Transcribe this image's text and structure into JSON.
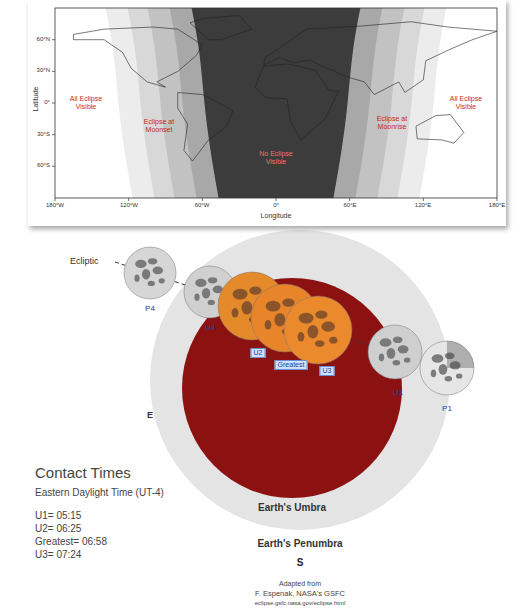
{
  "diagram": {
    "nodes": [
      {
        "text": [
          "Earth's Penumbra"
        ]
      },
      {
        "text": [
          "Earth's Umbra"
        ],
        "in": 0
      }
    ],
    "labels": [
      "60°N",
      "30°N",
      "0°",
      "30°S",
      "60°S",
      "180°W",
      "120°W",
      "60°W",
      "0°",
      "60°E",
      "120°E",
      "180°E",
      "Latitude",
      "Longitude",
      "All Eclipse Visible",
      "Eclipse at Moonset",
      "No Eclipse Visible",
      "Eclipse at Moonrise",
      "All Eclipse Visible",
      "Ecliptic",
      "P4",
      "U4",
      "U2",
      "Greatest",
      "U3",
      "U1",
      "P1",
      "E",
      "S",
      "Contact Times",
      "Eastern Daylight Time (UT-4)",
      "U1= 05:15",
      "U2= 06:25",
      "Greatest= 06:58",
      "U3= 07:24",
      "Adapted from",
      "F. Espenak, NASA's GSFC",
      "eclipse.gsfc.nasa.gov/eclipse.html"
    ]
  }
}
